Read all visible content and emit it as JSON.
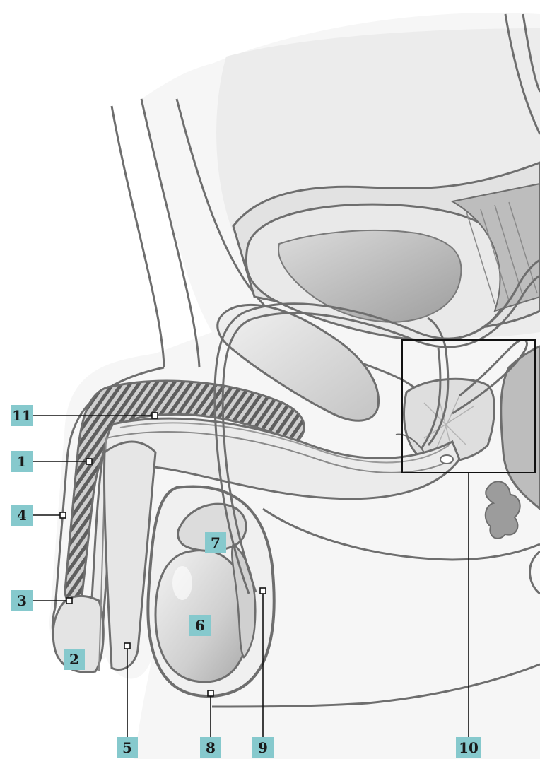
{
  "labels": {
    "l1": "1",
    "l2": "2",
    "l3": "3",
    "l4": "4",
    "l5": "5",
    "l6": "6",
    "l7": "7",
    "l8": "8",
    "l9": "9",
    "l10": "10",
    "l11": "11"
  },
  "colors": {
    "label_fill": "#86c9cd",
    "outline": "#6e6e6e",
    "tissue_light": "#ededed",
    "tissue_mid": "#d4d4d4",
    "tissue_dark": "#9a9a9a"
  }
}
